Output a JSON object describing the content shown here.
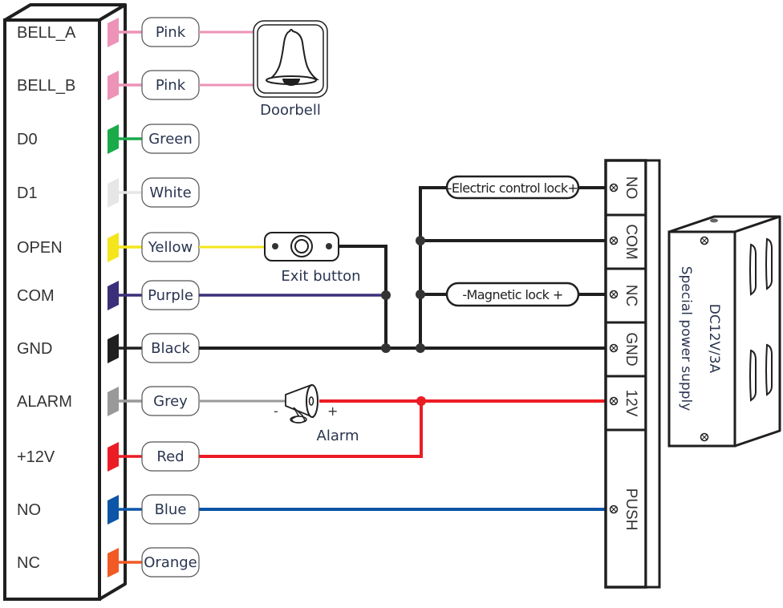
{
  "controller": {
    "terminals": [
      {
        "label": "BELL_A",
        "wire": "Pink",
        "color": "#ec93b7"
      },
      {
        "label": "BELL_B",
        "wire": "Pink",
        "color": "#ec93b7"
      },
      {
        "label": "D0",
        "wire": "Green",
        "color": "#1aaa4a"
      },
      {
        "label": "D1",
        "wire": "White",
        "color": "#e6e6e6"
      },
      {
        "label": "OPEN",
        "wire": "Yellow",
        "color": "#f5e51d"
      },
      {
        "label": "COM",
        "wire": "Purple",
        "color": "#3b2f7a"
      },
      {
        "label": "GND",
        "wire": "Black",
        "color": "#1f1f1f"
      },
      {
        "label": "ALARM",
        "wire": "Grey",
        "color": "#999999"
      },
      {
        "label": "+12V",
        "wire": "Red",
        "color": "#ec1c24"
      },
      {
        "label": "NO",
        "wire": "Blue",
        "color": "#0d55a6"
      },
      {
        "label": "NC",
        "wire": "Orange",
        "color": "#f15a24"
      }
    ]
  },
  "devices": {
    "doorbell": {
      "label": "Doorbell",
      "icon": "bell-icon"
    },
    "exit_button": {
      "label": "Exit button",
      "icon": "push-button-icon"
    },
    "alarm": {
      "label": "Alarm",
      "icon": "siren-icon",
      "minus": "-",
      "plus": "+"
    },
    "electric_lock": {
      "label": "-Electric control lock+"
    },
    "magnetic_lock": {
      "label": "-Magnetic lock +"
    }
  },
  "power_terminal_block": {
    "terminals": [
      "NO",
      "COM",
      "NC",
      "GND",
      "12V",
      "PUSH"
    ]
  },
  "power_supply": {
    "rating": "DC12V/3A",
    "label": "Special power supply"
  },
  "colors": {
    "outline": "#1f1f1f",
    "junction": "#333333",
    "text": "#333333"
  }
}
